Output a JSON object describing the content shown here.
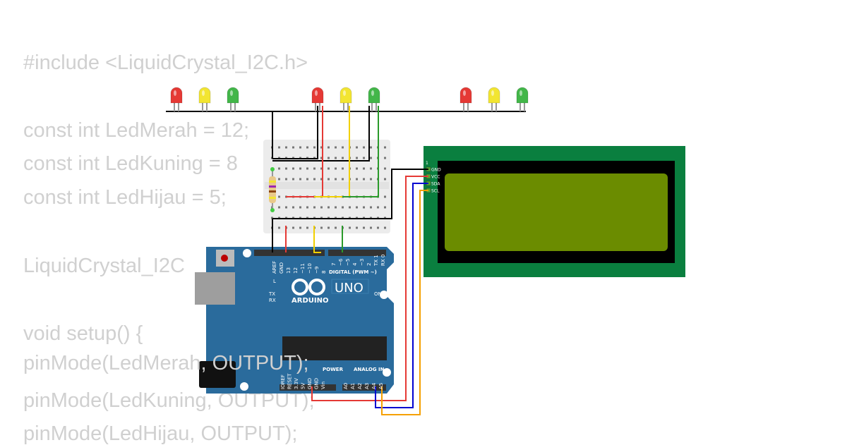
{
  "code_lines": [
    {
      "text": "#include <LiquidCrystal_I2C.h>"
    },
    {
      "text": "const int LedMerah = 12;"
    },
    {
      "text": "const int LedKuning = 8"
    },
    {
      "text": "const int LedHijau = 5;"
    },
    {
      "text": "LiquidCrystal_I2C"
    },
    {
      "text": "void setup() {"
    },
    {
      "text": "pinMode(LedMerah, OUTPUT);"
    },
    {
      "text": "pinMode(LedKuning, OUTPUT);"
    },
    {
      "text": "pinMode(LedHijau, OUTPUT);"
    }
  ],
  "arduino": {
    "brand": "ARDUINO",
    "model": "UNO",
    "digital_label": "DIGITAL (PWM ~)",
    "power_label": "POWER",
    "analog_label": "ANALOG IN",
    "led_l": "L",
    "led_tx": "TX",
    "led_rx": "RX",
    "led_on": "ON",
    "digital_pins": [
      "AREF",
      "GND",
      "13",
      "12",
      "~11",
      "~10",
      "~9",
      "8",
      "7",
      "~6",
      "~5",
      "4",
      "~3",
      "2",
      "TX 1",
      "RX 0"
    ],
    "power_pins": [
      "IOREF",
      "RESET",
      "3.3V",
      "5V",
      "GND",
      "GND",
      "Vin"
    ],
    "analog_pins": [
      "A0",
      "A1",
      "A2",
      "A3",
      "A4",
      "A5"
    ]
  },
  "lcd": {
    "pin1": "1",
    "pins": [
      "GND",
      "VCC",
      "SDA",
      "SCL"
    ],
    "screen_color": "#6b8c00",
    "board_color": "#0a7f3f"
  },
  "leds": [
    "red",
    "yellow",
    "green",
    "red",
    "yellow",
    "green",
    "red",
    "yellow",
    "green"
  ],
  "colors": {
    "red": "#e53935",
    "yellow": "#f2e531",
    "green": "#43b649",
    "board": "#2a6b9c",
    "wire_blue": "#0000d0",
    "wire_orange": "#f5a000"
  }
}
